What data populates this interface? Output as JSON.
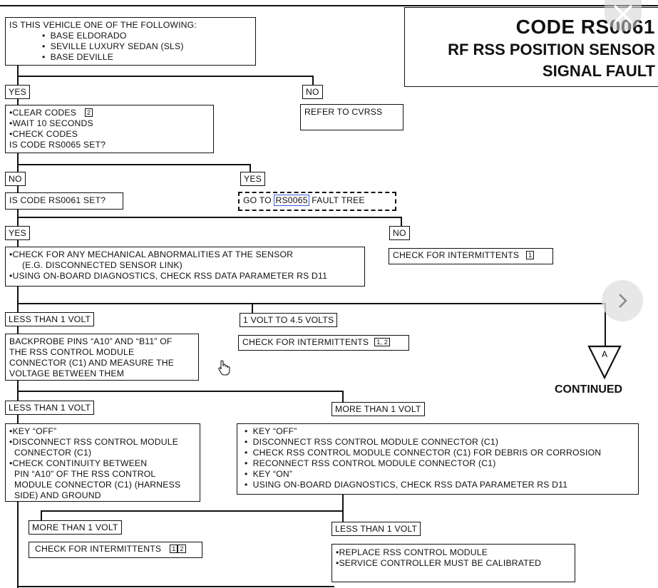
{
  "title": {
    "code": "CODE RS0061",
    "line2": "RF RSS POSITION SENSOR",
    "line3": "SIGNAL FAULT"
  },
  "q1": {
    "text": "IS THIS VEHICLE ONE OF THE FOLLOWING:",
    "items": [
      "BASE ELDORADO",
      "SEVILLE LUXURY SEDAN (SLS)",
      "BASE DEVILLE"
    ]
  },
  "branch1": {
    "yes": "YES",
    "no": "NO"
  },
  "refer": "REFER TO CVRSS",
  "step2": {
    "items": [
      "CLEAR CODES",
      "WAIT 10 SECONDS",
      "CHECK CODES"
    ],
    "ref": "2",
    "question": "IS CODE RS0065 SET?"
  },
  "branch2": {
    "no": "NO",
    "yes": "YES"
  },
  "q3": "IS CODE RS0061 SET?",
  "goto": {
    "pre": "GO TO",
    "link": "RS0065",
    "post": "FAULT TREE"
  },
  "branch3": {
    "yes": "YES",
    "no": "NO"
  },
  "intermit1": {
    "text": "CHECK FOR INTERMITTENTS",
    "ref": "1"
  },
  "step4": {
    "line1": "CHECK FOR ANY MECHANICAL ABNORMALITIES AT THE SENSOR",
    "line2": "(E.G. DISCONNECTED SENSOR LINK)",
    "line3": "USING ON-BOARD DIAGNOSTICS, CHECK RSS DATA PARAMETER RS D11"
  },
  "branch4": {
    "lt1": "LESS THAN 1 VOLT",
    "mid": "1 VOLT TO 4.5 VOLTS",
    "cont_letter": "A",
    "continued": "CONTINUED"
  },
  "intermit2": {
    "text": "CHECK FOR INTERMITTENTS",
    "ref": "1, 2"
  },
  "step5": {
    "lines": [
      "BACKPROBE PINS “A10” AND “B11” OF",
      "THE RSS CONTROL MODULE",
      "CONNECTOR (C1) AND MEASURE THE",
      "VOLTAGE BETWEEN THEM"
    ]
  },
  "branch5": {
    "lt1": "LESS THAN 1 VOLT",
    "mt1": "MORE THAN 1 VOLT"
  },
  "step6L": {
    "b1": "KEY “OFF”",
    "b2a": "DISCONNECT RSS CONTROL MODULE",
    "b2b": "CONNECTOR (C1)",
    "b3a": "CHECK CONTINUITY BETWEEN",
    "b3b": "PIN “A10” OF THE RSS CONTROL",
    "b3c": "MODULE CONNECTOR (C1) (HARNESS",
    "b3d": "SIDE) AND GROUND"
  },
  "step6R": {
    "items": [
      "KEY “OFF”",
      "DISCONNECT RSS CONTROL MODULE CONNECTOR (C1)",
      "CHECK RSS CONTROL MODULE CONNECTOR (C1) FOR DEBRIS OR CORROSION",
      "RECONNECT RSS CONTROL MODULE CONNECTOR (C1)",
      "KEY “ON”",
      "USING ON-BOARD DIAGNOSTICS, CHECK RSS DATA PARAMETER RS D11"
    ]
  },
  "branch6": {
    "mt1": "MORE THAN 1 VOLT",
    "lt1": "LESS THAN 1 VOLT"
  },
  "intermit3": {
    "text": "CHECK FOR INTERMITTENTS",
    "ref1": "1",
    "ref2": "2"
  },
  "final": {
    "line1": "REPLACE RSS CONTROL MODULE",
    "line2": "SERVICE CONTROLLER MUST BE CALIBRATED"
  }
}
